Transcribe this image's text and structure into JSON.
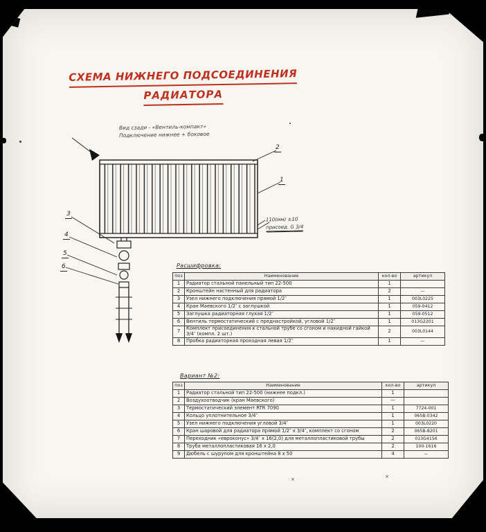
{
  "doc": {
    "title_line1": "СХЕМА НИЖНЕГО ПОДСОЕДИНЕНИЯ",
    "title_line2": "РАДИАТОРА",
    "subtitle_line1": "Вид сзади - «Вентиль-компакт»",
    "subtitle_line2": "Подключение нижнее + боковое"
  },
  "diagram": {
    "callouts": {
      "c1": "1",
      "c2": "2",
      "c3": "3",
      "c4": "4",
      "c5": "5",
      "c6": "6"
    },
    "note_line1": "110(мм) ±10",
    "note_line2": "присоед. G 3/4"
  },
  "table1": {
    "caption": "Расшифровка:",
    "headers": [
      "поз",
      "Наименование",
      "кол-во",
      "артикул"
    ],
    "rows": [
      [
        "1",
        "Радиатор стальной панельный тип 22-500",
        "1",
        ""
      ],
      [
        "2",
        "Кронштейн настенный для радиатора",
        "2",
        "—"
      ],
      [
        "3",
        "Узел нижнего подключения прямой 1/2″",
        "1",
        "003L0225"
      ],
      [
        "4",
        "Кран Маевского 1/2″ с заглушкой",
        "1",
        "059-0412"
      ],
      [
        "5",
        "Заглушка радиаторная глухая 1/2″",
        "1",
        "059-0512"
      ],
      [
        "6",
        "Вентиль термостатический с преднастройкой, угловой 1/2″",
        "1",
        "013G2201"
      ],
      [
        "7",
        "Комплект присоединения к стальной трубе со сгоном и накидной гайкой 3/4″ (компл. 2 шт.)",
        "2",
        "003L0144"
      ],
      [
        "8",
        "Пробка радиаторная проходная левая 1/2″",
        "1",
        "—"
      ]
    ]
  },
  "table2": {
    "caption": "Вариант №2:",
    "headers": [
      "поз",
      "Наименование",
      "кол-во",
      "артикул"
    ],
    "rows": [
      [
        "1",
        "Радиатор стальной тип 22-500 (нижнее подкл.)",
        "1",
        ""
      ],
      [
        "2",
        "Воздухоотводчик (кран Маевского)",
        "—",
        ""
      ],
      [
        "3",
        "Термостатический элемент RTR 7090",
        "1",
        "7724-001"
      ],
      [
        "4",
        "Кольцо уплотнительное 3/4″",
        "1",
        "065B-0342"
      ],
      [
        "5",
        "Узел нижнего подключения угловой 3/4″",
        "1",
        "003L0220"
      ],
      [
        "6",
        "Кран шаровой для радиатора прямой 1/2″ х 3/4″, комплект со сгоном",
        "2",
        "065B-8201"
      ],
      [
        "7",
        "Переходник «евроконус» 3/4″ х 16(2,0) для металлопластиковой трубы",
        "2",
        "013G4156"
      ],
      [
        "8",
        "Труба металлопластиковая 16 х 2,0",
        "2",
        "100-1616"
      ],
      [
        "9",
        "Дюбель с шурупом для кронштейна 8 х 50",
        "4",
        "—"
      ]
    ]
  }
}
